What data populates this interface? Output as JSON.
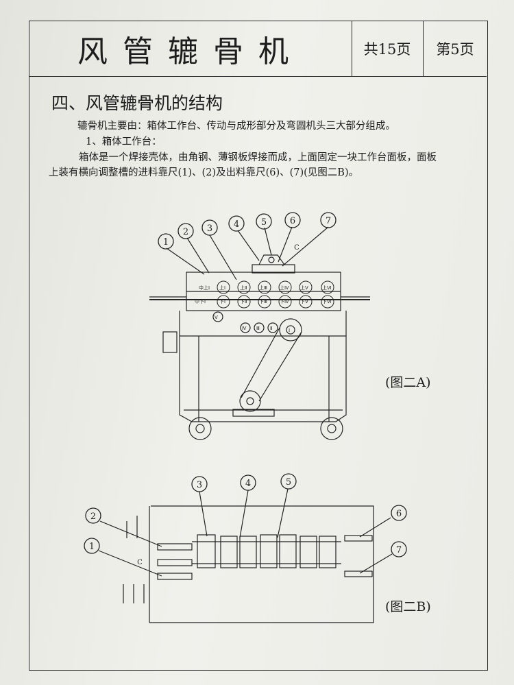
{
  "header": {
    "title": "风管辘骨机",
    "total_pages": "共15页",
    "page": "第5页"
  },
  "section": {
    "title": "四、风管辘骨机的结构",
    "intro": "辘骨机主要由：箱体工作台、传动与成形部分及弯圆机头三大部分组成。",
    "sub_title": "1、箱体工作台：",
    "para_line1": "箱体是一个焊接壳体，由角钢、薄钢板焊接而成，上面固定一块工作台面板，面板",
    "para_line2": "上装有横向调整槽的进料靠尺(1)、(2)及出料靠尺(6)、(7)(见图二B)。"
  },
  "figureA": {
    "caption": "(图二A)",
    "callouts": [
      "1",
      "2",
      "3",
      "4",
      "5",
      "6",
      "7"
    ],
    "letter_c": "C",
    "upper_rollers": [
      "上Ⅰ",
      "上Ⅱ",
      "上Ⅲ",
      "上Ⅳ",
      "上Ⅴ",
      "上Ⅵ"
    ],
    "lower_rollers": [
      "下Ⅰ",
      "下Ⅱ",
      "下Ⅲ",
      "下Ⅳ",
      "下Ⅴ",
      "下Ⅵ"
    ],
    "mid_upper": "中上Ⅰ",
    "mid_lower": "中下Ⅰ",
    "gears": [
      "Ⅴ",
      "Ⅳ",
      "Ⅲ",
      "Ⅱ",
      "Ⅰ"
    ]
  },
  "figureB": {
    "caption": "(图二B)",
    "callouts": [
      "3",
      "4",
      "5",
      "2",
      "1",
      "6",
      "7"
    ],
    "letter_c": "C"
  }
}
